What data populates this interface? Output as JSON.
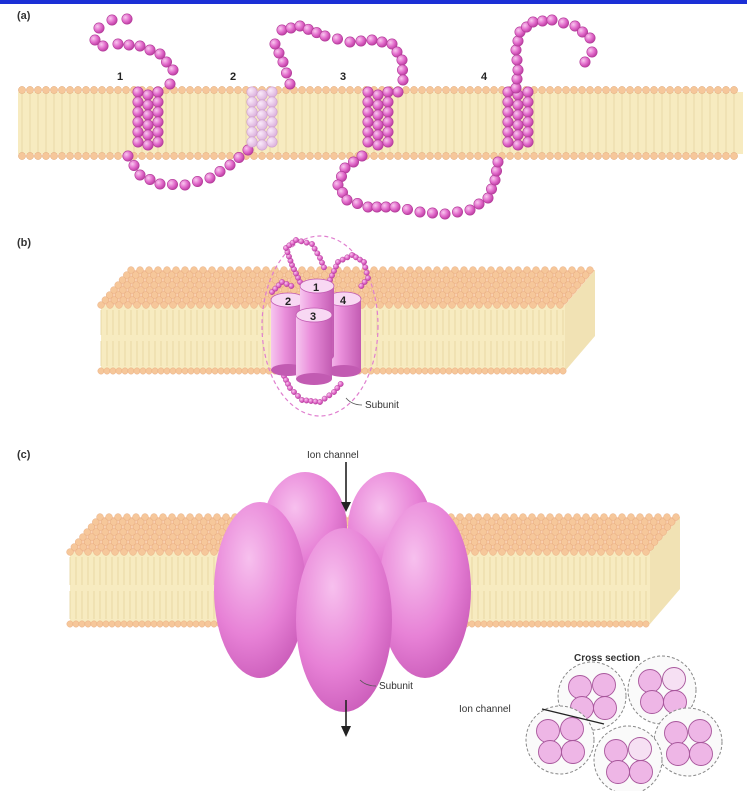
{
  "panels": {
    "a": {
      "label": "(a)",
      "helix_numbers": [
        "1",
        "2",
        "3",
        "4"
      ]
    },
    "b": {
      "label": "(b)",
      "cylinder_numbers": [
        "1",
        "2",
        "3",
        "4"
      ],
      "subunit_label": "Subunit"
    },
    "c": {
      "label": "(c)",
      "ion_channel_label": "Ion channel",
      "subunit_label": "Subunit"
    }
  },
  "cross_section": {
    "title": "Cross section",
    "ion_channel_label": "Ion channel"
  },
  "colors": {
    "top_bar": "#1b2fd6",
    "protein_pink": "#e070c8",
    "protein_light": "#e7b6e6",
    "lipid_head": "#f6c79a",
    "lipid_tail": "#f7ebc0"
  }
}
